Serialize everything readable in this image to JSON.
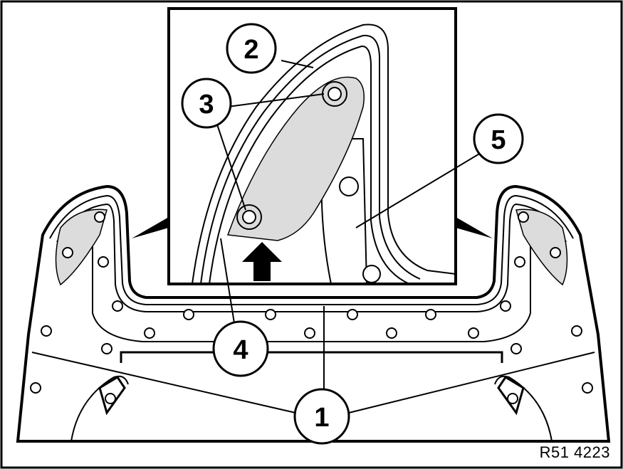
{
  "figure": {
    "reference_code": "R51 4223",
    "callouts": [
      {
        "id": "callout-1",
        "label": "1"
      },
      {
        "id": "callout-2",
        "label": "2"
      },
      {
        "id": "callout-3",
        "label": "3"
      },
      {
        "id": "callout-4",
        "label": "4"
      },
      {
        "id": "callout-5",
        "label": "5"
      }
    ],
    "colors": {
      "line": "#000000",
      "shaded_part": "#dcdcdc",
      "background": "#ffffff"
    }
  }
}
